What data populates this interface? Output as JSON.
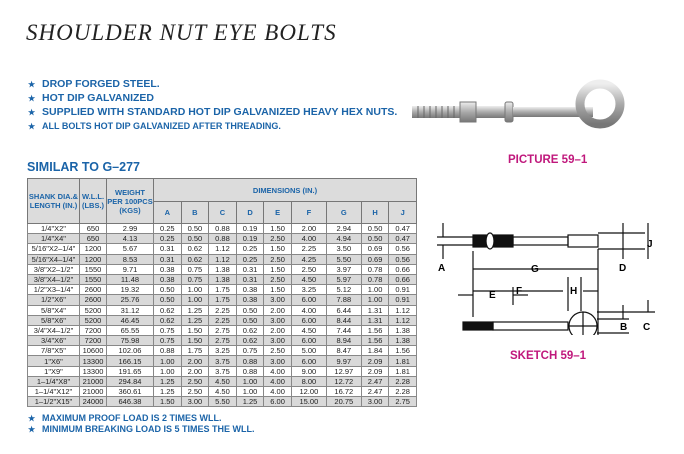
{
  "title": "SHOULDER NUT EYE BOLTS",
  "bullets": [
    "DROP FORGED STEEL.",
    "HOT DIP GALVANIZED",
    "SUPPLIED WITH STANDARD HOT DIP GALVANIZED HEAVY HEX NUTS.",
    "ALL BOLTS HOT DIP GALVANIZED AFTER THREADING."
  ],
  "similar": "SIMILAR TO G–277",
  "table": {
    "headers": {
      "shank": "SHANK DIA.& LENGTH (IN.)",
      "wll": "W.L.L. (LBS.)",
      "weight": "WEIGHT PER 100PCS (KGS)",
      "dimensions": "DIMENSIONS (IN.)",
      "dim_cols": [
        "A",
        "B",
        "C",
        "D",
        "E",
        "F",
        "G",
        "H",
        "J"
      ]
    },
    "rows": [
      [
        "1/4\"X2\"",
        "650",
        "2.99",
        "0.25",
        "0.50",
        "0.88",
        "0.19",
        "1.50",
        "2.00",
        "2.94",
        "0.50",
        "0.47"
      ],
      [
        "1/4\"X4\"",
        "650",
        "4.13",
        "0.25",
        "0.50",
        "0.88",
        "0.19",
        "2.50",
        "4.00",
        "4.94",
        "0.50",
        "0.47"
      ],
      [
        "5/16\"X2–1/4\"",
        "1200",
        "5.67",
        "0.31",
        "0.62",
        "1.12",
        "0.25",
        "1.50",
        "2.25",
        "3.50",
        "0.69",
        "0.56"
      ],
      [
        "5/16\"X4–1/4\"",
        "1200",
        "8.53",
        "0.31",
        "0.62",
        "1.12",
        "0.25",
        "2.50",
        "4.25",
        "5.50",
        "0.69",
        "0.56"
      ],
      [
        "3/8\"X2–1/2\"",
        "1550",
        "9.71",
        "0.38",
        "0.75",
        "1.38",
        "0.31",
        "1.50",
        "2.50",
        "3.97",
        "0.78",
        "0.66"
      ],
      [
        "3/8\"X4–1/2\"",
        "1550",
        "11.48",
        "0.38",
        "0.75",
        "1.38",
        "0.31",
        "2.50",
        "4.50",
        "5.97",
        "0.78",
        "0.66"
      ],
      [
        "1/2\"X3–1/4\"",
        "2600",
        "19.32",
        "0.50",
        "1.00",
        "1.75",
        "0.38",
        "1.50",
        "3.25",
        "5.12",
        "1.00",
        "0.91"
      ],
      [
        "1/2\"X6\"",
        "2600",
        "25.76",
        "0.50",
        "1.00",
        "1.75",
        "0.38",
        "3.00",
        "6.00",
        "7.88",
        "1.00",
        "0.91"
      ],
      [
        "5/8\"X4\"",
        "5200",
        "31.12",
        "0.62",
        "1.25",
        "2.25",
        "0.50",
        "2.00",
        "4.00",
        "6.44",
        "1.31",
        "1.12"
      ],
      [
        "5/8\"X6\"",
        "5200",
        "46.45",
        "0.62",
        "1.25",
        "2.25",
        "0.50",
        "3.00",
        "6.00",
        "8.44",
        "1.31",
        "1.12"
      ],
      [
        "3/4\"X4–1/2\"",
        "7200",
        "65.55",
        "0.75",
        "1.50",
        "2.75",
        "0.62",
        "2.00",
        "4.50",
        "7.44",
        "1.56",
        "1.38"
      ],
      [
        "3/4\"X6\"",
        "7200",
        "75.98",
        "0.75",
        "1.50",
        "2.75",
        "0.62",
        "3.00",
        "6.00",
        "8.94",
        "1.56",
        "1.38"
      ],
      [
        "7/8\"X5\"",
        "10600",
        "102.06",
        "0.88",
        "1.75",
        "3.25",
        "0.75",
        "2.50",
        "5.00",
        "8.47",
        "1.84",
        "1.56"
      ],
      [
        "1\"X6\"",
        "13300",
        "166.15",
        "1.00",
        "2.00",
        "3.75",
        "0.88",
        "3.00",
        "6.00",
        "9.97",
        "2.09",
        "1.81"
      ],
      [
        "1\"X9\"",
        "13300",
        "191.65",
        "1.00",
        "2.00",
        "3.75",
        "0.88",
        "4.00",
        "9.00",
        "12.97",
        "2.09",
        "1.81"
      ],
      [
        "1–1/4\"X8\"",
        "21000",
        "294.84",
        "1.25",
        "2.50",
        "4.50",
        "1.00",
        "4.00",
        "8.00",
        "12.72",
        "2.47",
        "2.28"
      ],
      [
        "1–1/4\"X12\"",
        "21000",
        "360.61",
        "1.25",
        "2.50",
        "4.50",
        "1.00",
        "4.00",
        "12.00",
        "16.72",
        "2.47",
        "2.28"
      ],
      [
        "1–1/2\"X15\"",
        "24000",
        "646.38",
        "1.50",
        "3.00",
        "5.50",
        "1.25",
        "6.00",
        "15.00",
        "20.75",
        "3.00",
        "2.75"
      ]
    ]
  },
  "footnotes": [
    "MAXIMUM PROOF LOAD IS 2 TIMES WLL.",
    "MINIMUM BREAKING LOAD IS 5 TIMES THE WLL."
  ],
  "picture_caption": "PICTURE 59–1",
  "sketch_caption": "SKETCH 59–1",
  "sketch_labels": [
    "A",
    "B",
    "C",
    "D",
    "E",
    "F",
    "G",
    "H",
    "J"
  ]
}
